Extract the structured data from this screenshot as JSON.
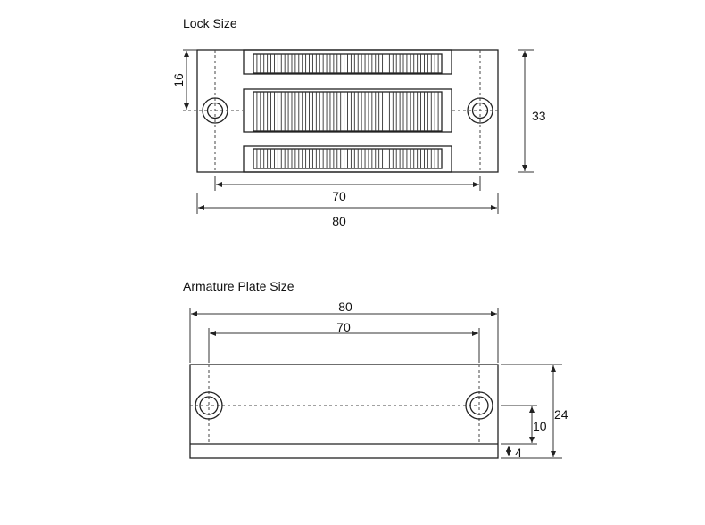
{
  "lock": {
    "title": "Lock Size",
    "dims": {
      "height_offset": "16",
      "height": "33",
      "hole_spacing": "70",
      "length": "80"
    },
    "rib_count": 54
  },
  "armature": {
    "title": "Armature Plate Size",
    "dims": {
      "length": "80",
      "hole_spacing": "70",
      "height": "24",
      "hole_offset": "10",
      "lip": "4"
    }
  }
}
